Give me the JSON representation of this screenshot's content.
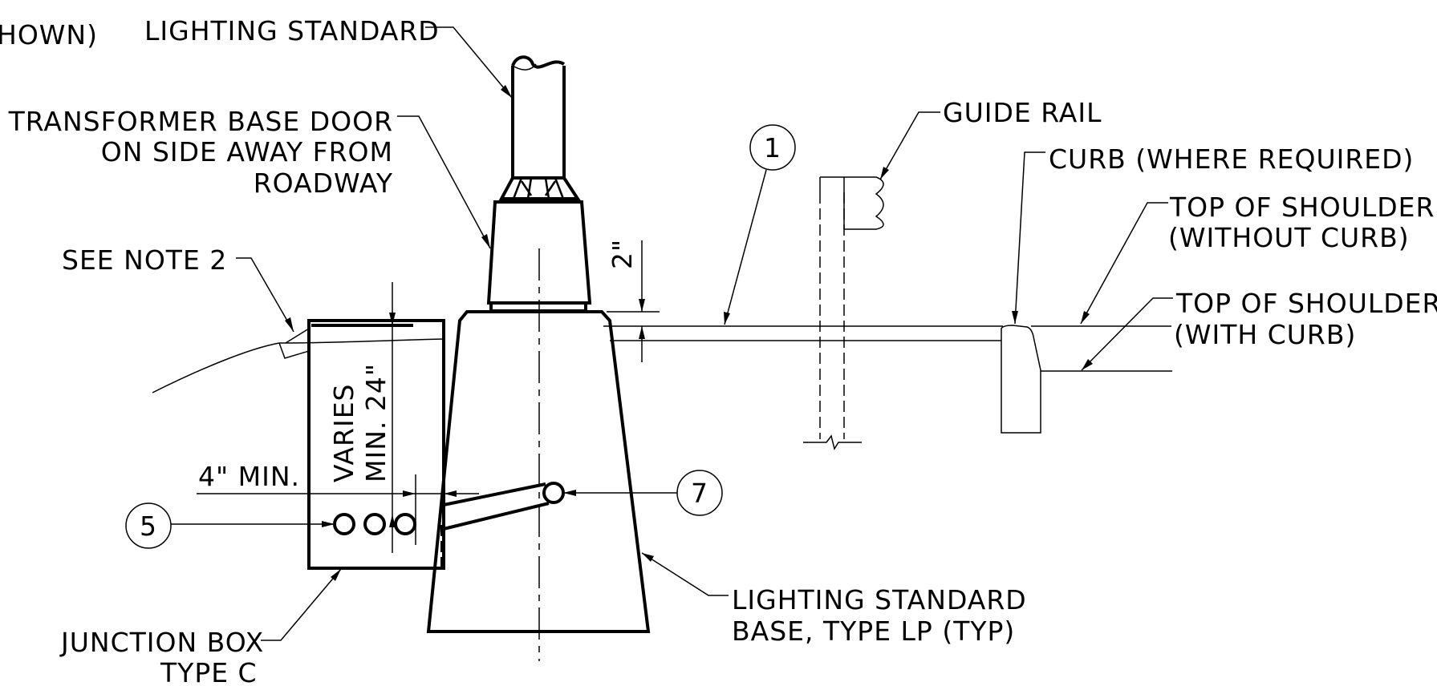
{
  "labels": {
    "shown_partial": "HOWN)",
    "lighting_standard": "LIGHTING STANDARD",
    "transformer_line1": "TRANSFORMER BASE DOOR",
    "transformer_line2": "ON SIDE AWAY FROM",
    "transformer_line3": "ROADWAY",
    "see_note": "SEE NOTE 2",
    "guide_rail": "GUIDE RAIL",
    "curb": "CURB (WHERE REQUIRED)",
    "top_without_line1": "TOP OF SHOULDER",
    "top_without_line2": "(WITHOUT CURB)",
    "top_with_line1": "TOP OF SHOULDER",
    "top_with_line2": "(WITH CURB)",
    "dim_2in": "2\"",
    "varies": "VARIES",
    "min24": "MIN. 24\"",
    "min4": "4\" MIN.",
    "base_line1": "LIGHTING STANDARD",
    "base_line2": "BASE, TYPE LP (TYP)",
    "junction_line1": "JUNCTION BOX",
    "junction_line2": "TYPE C"
  },
  "callouts": {
    "c1": "1",
    "c5": "5",
    "c7": "7"
  }
}
